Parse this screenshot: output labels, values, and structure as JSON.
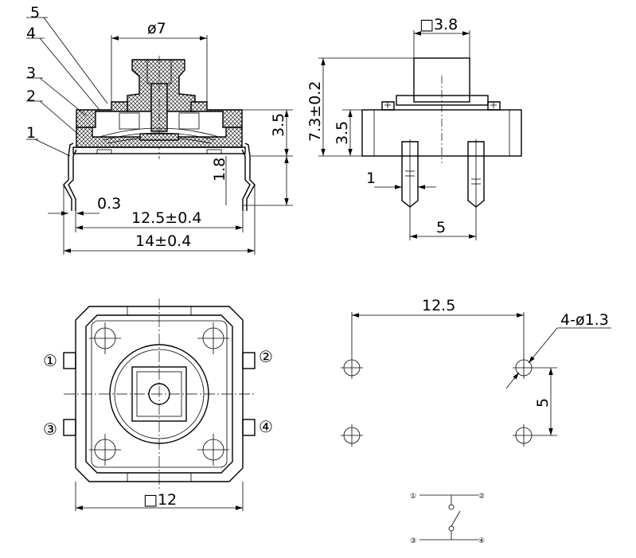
{
  "side_view": {
    "part_labels": [
      "5",
      "4",
      "3",
      "2",
      "1"
    ],
    "dim_diameter": "ø7",
    "dim_height_35": "3.5",
    "dim_18": "1.8",
    "dim_03": "0.3",
    "dim_125": "12.5±0.4",
    "dim_14": "14±0.4"
  },
  "end_view": {
    "dim_cap": "□3.8",
    "dim_height": "7.3±0.2",
    "dim_35": "3.5",
    "dim_1": "1",
    "dim_5": "5"
  },
  "top_view": {
    "pins": [
      "①",
      "②",
      "③",
      "④"
    ],
    "dim_size": "□12"
  },
  "pcb_layout": {
    "dim_width": "12.5",
    "dim_holes": "4-ø1.3",
    "dim_pitch": "5"
  },
  "schematic": {
    "pins": [
      "①",
      "②",
      "③",
      "④"
    ]
  }
}
